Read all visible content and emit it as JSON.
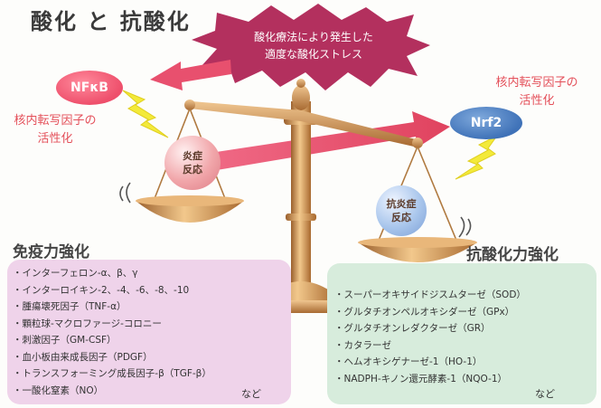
{
  "title": "酸化 と 抗酸化",
  "stress_burst": {
    "line1": "酸化療法により発生した",
    "line2": "適度な酸化ストレス"
  },
  "left_tf": {
    "name": "NFκB",
    "label_line1": "核内転写因子の",
    "label_line2": "活性化"
  },
  "right_tf": {
    "name": "Nrf2",
    "label_line1": "核内転写因子の",
    "label_line2": "活性化"
  },
  "left_pan": {
    "line1": "炎症",
    "line2": "反応"
  },
  "right_pan": {
    "line1": "抗炎症",
    "line2": "反応"
  },
  "immune": {
    "title": "免疫力強化",
    "items": [
      "・インターフェロン-α、β、γ",
      "・インターロイキン-2、-4、-6、-8、-10",
      "・腫瘍壊死因子（TNF-α）",
      "・顆粒球-マクロファージ-コロニー",
      "・刺激因子（GM-CSF）",
      "・血小板由来成長因子（PDGF）",
      "・トランスフォーミング成長因子-β（TGF-β）",
      "・一酸化窒素（NO）"
    ],
    "etc": "など"
  },
  "antioxidant": {
    "title": "抗酸化力強化",
    "items": [
      "・スーパーオキサイドジスムターゼ（SOD）",
      "・グルタチオンペルオキシダーゼ（GPx）",
      "・グルタチオンレダクターゼ（GR）",
      "・カタラーゼ",
      "・ヘムオキシゲナーゼ-1（HO-1）",
      "・NADPH-キノン還元酵素-1（NQO-1）"
    ],
    "etc": "など"
  },
  "colors": {
    "burst": "#b3305e",
    "arrow": "#e8506e",
    "bolt": "#f3ea3a",
    "brass": "#c8894a",
    "immune_panel": "#efd3ea",
    "antiox_panel": "#d7ecdc",
    "accent_red": "#e4505a"
  }
}
